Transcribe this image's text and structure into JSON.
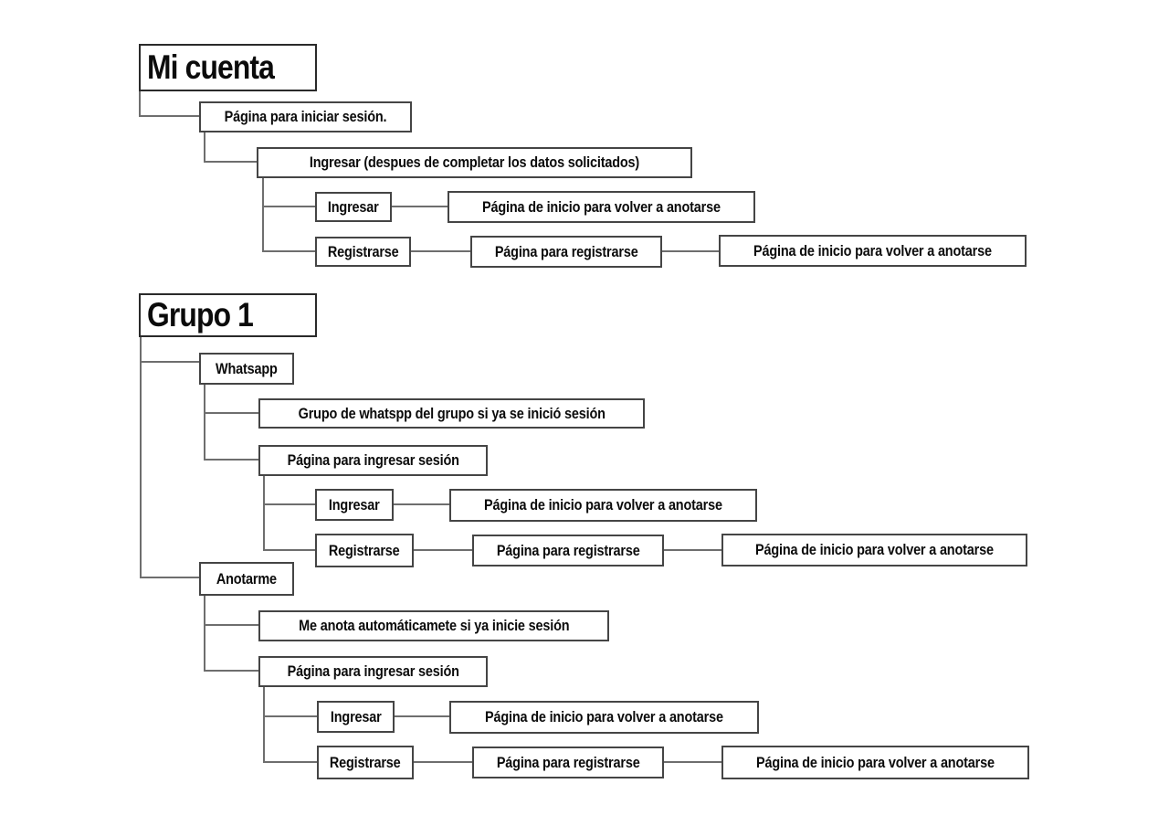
{
  "diagram": {
    "sections": [
      {
        "title": "Mi cuenta",
        "children": [
          {
            "label": "Página para iniciar sesión.",
            "children": [
              {
                "label": "Ingresar (despues de completar los datos solicitados)",
                "rows": [
                  {
                    "chain": [
                      "Ingresar",
                      "Página de inicio para volver a anotarse"
                    ]
                  },
                  {
                    "chain": [
                      "Registrarse",
                      "Página para registrarse",
                      "Página de inicio para volver a anotarse"
                    ]
                  }
                ]
              }
            ]
          }
        ]
      },
      {
        "title": "Grupo 1",
        "children": [
          {
            "label": "Whatsapp",
            "children": [
              {
                "label": "Grupo de whatspp del grupo si ya se inició sesión"
              },
              {
                "label": "Página para ingresar sesión",
                "rows": [
                  {
                    "chain": [
                      "Ingresar",
                      "Página de inicio para volver a anotarse"
                    ]
                  },
                  {
                    "chain": [
                      "Registrarse",
                      "Página para registrarse",
                      "Página de inicio para volver a anotarse"
                    ]
                  }
                ]
              }
            ]
          },
          {
            "label": "Anotarme",
            "children": [
              {
                "label": "Me anota automáticamete si ya inicie sesión"
              },
              {
                "label": "Página para ingresar sesión",
                "rows": [
                  {
                    "chain": [
                      "Ingresar",
                      "Página de inicio para volver a anotarse"
                    ]
                  },
                  {
                    "chain": [
                      "Registrarse",
                      "Página para registrarse",
                      "Página de inicio para volver a anotarse"
                    ]
                  }
                ]
              }
            ]
          }
        ]
      }
    ],
    "colors": {
      "box_border": "#454545",
      "connector": "#6e6e6e",
      "text": "#0b0b0b",
      "background": "#ffffff"
    }
  }
}
